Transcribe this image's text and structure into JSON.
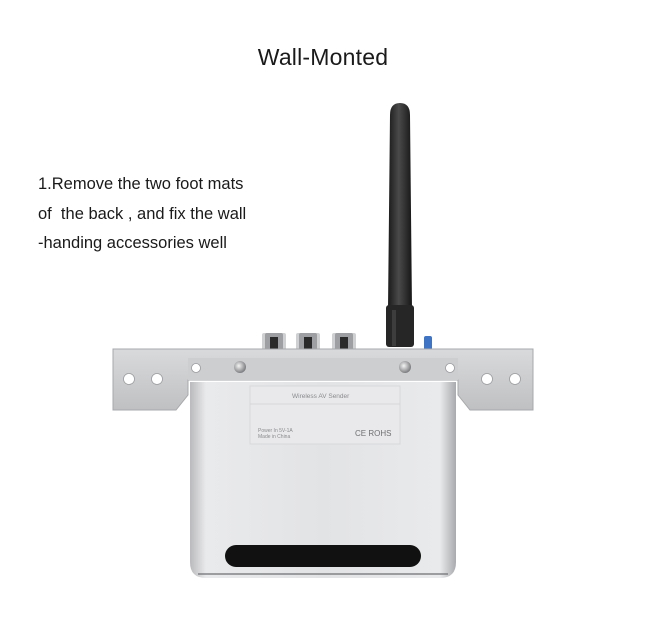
{
  "page": {
    "title": "Wall-Monted",
    "instructions": [
      "1.Remove the two foot mats",
      "of  the back , and fix the wall",
      "-handing accessories well"
    ]
  },
  "device": {
    "label": "Wireless AV Sender",
    "power_text": "Power In 5V-1A",
    "origin_text": "Made in China",
    "cert_text": "CE ROHS",
    "colors": {
      "body": "#e4e4e6",
      "bracket": "#c9cacc",
      "antenna": "#2a2a2a",
      "slot": "#111111"
    }
  }
}
